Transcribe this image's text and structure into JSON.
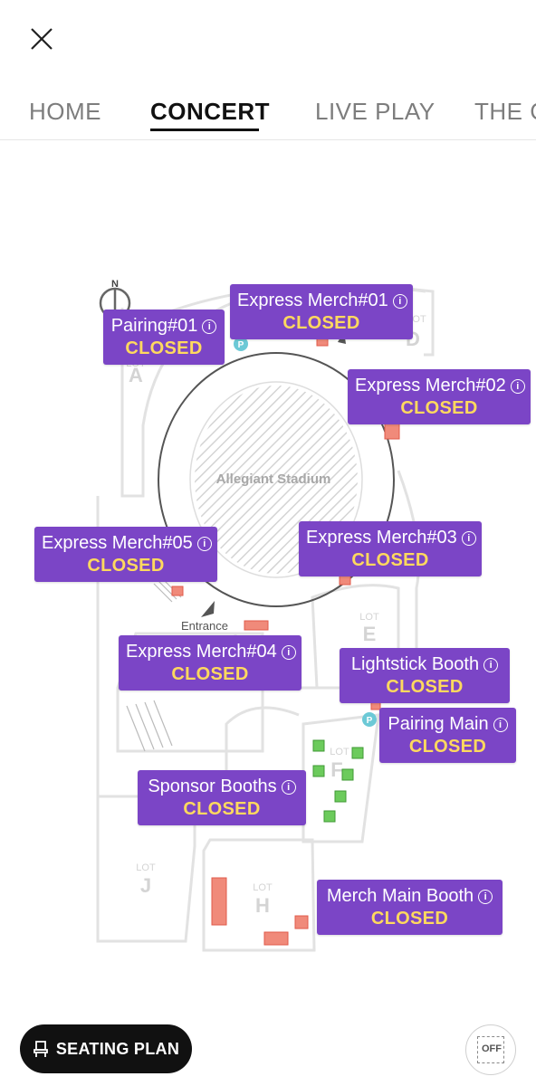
{
  "header": {
    "close_icon": "close-icon"
  },
  "tabs": [
    {
      "label": "HOME",
      "active": false
    },
    {
      "label": "CONCERT",
      "active": true
    },
    {
      "label": "LIVE PLAY",
      "active": false
    },
    {
      "label": "THE C",
      "active": false
    }
  ],
  "map": {
    "venue_label": "Allegiant Stadium",
    "compass_label": "N",
    "entrance_label": "Entrance",
    "lots": [
      {
        "prefix": "LOT",
        "letter": "A"
      },
      {
        "prefix": "LOT",
        "letter": "D"
      },
      {
        "prefix": "LOT",
        "letter": "E"
      },
      {
        "prefix": "LOT",
        "letter": "F"
      },
      {
        "prefix": "LOT",
        "letter": "J"
      },
      {
        "prefix": "LOT",
        "letter": "H"
      }
    ],
    "parking_icon": "parking-icon",
    "colors": {
      "pin": "#7b45c6",
      "status": "#ffd95e",
      "booth": "#f08a7a",
      "sponsor": "#5fbf5a"
    }
  },
  "pins": [
    {
      "name": "Pairing#01",
      "status": "CLOSED"
    },
    {
      "name": "Express Merch#01",
      "status": "CLOSED"
    },
    {
      "name": "Express Merch#02",
      "status": "CLOSED"
    },
    {
      "name": "Express Merch#05",
      "status": "CLOSED"
    },
    {
      "name": "Express Merch#03",
      "status": "CLOSED"
    },
    {
      "name": "Express Merch#04",
      "status": "CLOSED"
    },
    {
      "name": "Lightstick Booth",
      "status": "CLOSED"
    },
    {
      "name": "Pairing Main",
      "status": "CLOSED"
    },
    {
      "name": "Sponsor Booths",
      "status": "CLOSED"
    },
    {
      "name": "Merch Main Booth",
      "status": "CLOSED"
    }
  ],
  "footer": {
    "seating_plan_label": "SEATING PLAN",
    "seat_icon": "seat-icon",
    "toggle_label": "OFF"
  }
}
